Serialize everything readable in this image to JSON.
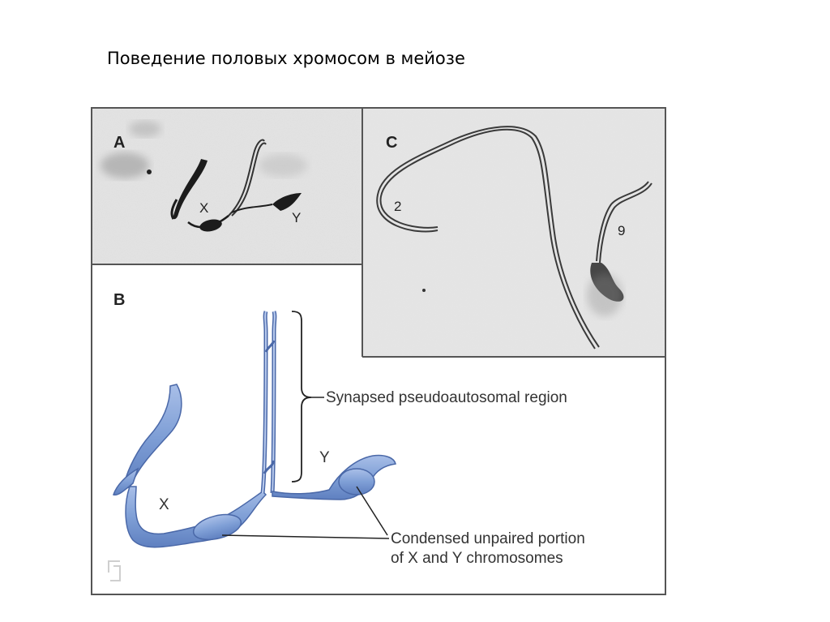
{
  "slide": {
    "title": "Поведение половых хромосом в мейозе"
  },
  "figure": {
    "panels": {
      "a": {
        "letter": "A",
        "labels": {
          "x": "X",
          "y": "Y"
        }
      },
      "b": {
        "letter": "B",
        "labels": {
          "x": "X",
          "y": "Y",
          "region": "Synapsed pseudoautosomal region",
          "condensed_line1": "Condensed unpaired portion",
          "condensed_line2": "of X and Y chromosomes"
        }
      },
      "c": {
        "letter": "C",
        "labels": {
          "chr2": "2",
          "chr9": "9"
        }
      }
    },
    "colors": {
      "micrograph_bg": "#e3e3e3",
      "chromosome_blue": "#7f9fd6",
      "chromosome_outline": "#4a68a8",
      "ink": "#222222"
    }
  }
}
